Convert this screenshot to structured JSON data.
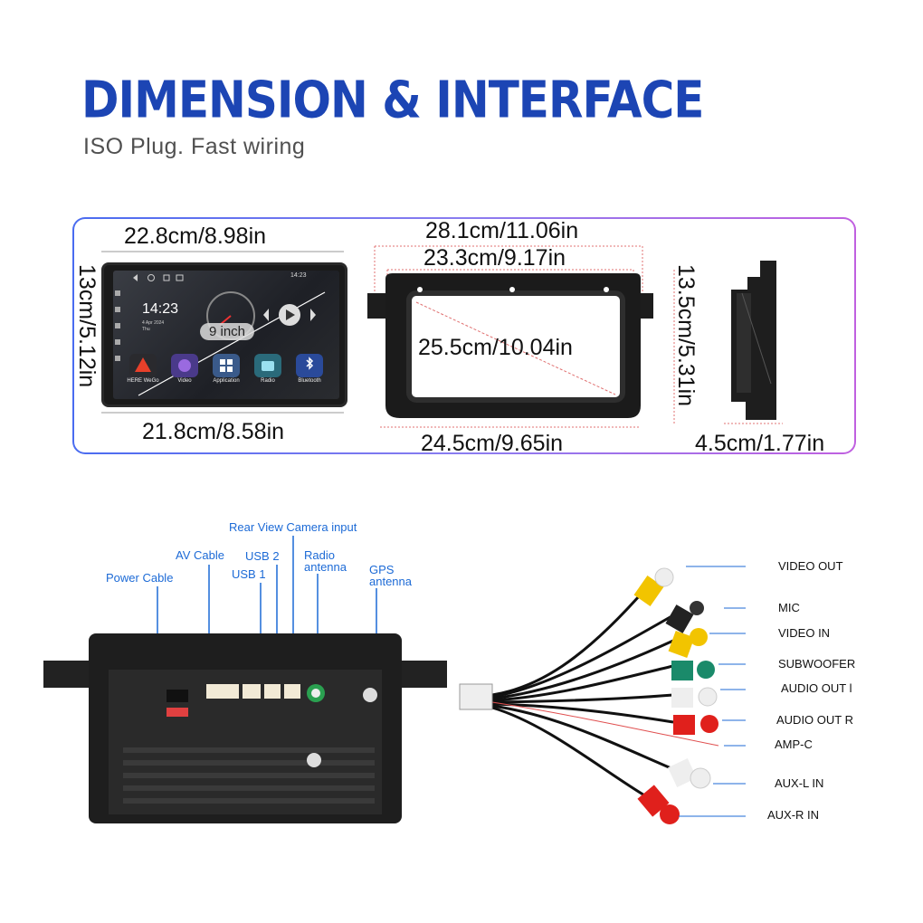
{
  "header": {
    "title": "DIMENSION & INTERFACE",
    "subtitle": "ISO Plug. Fast wiring"
  },
  "dimensions": {
    "screen_width_top": "22.8cm/8.98in",
    "screen_height": "13cm/5.12in",
    "screen_width_bottom": "21.8cm/8.58in",
    "screen_size_badge": "9 inch",
    "frame_outer_width": "28.1cm/11.06in",
    "frame_inner_width": "23.3cm/9.17in",
    "frame_diagonal": "25.5cm/10.04in",
    "frame_height": "13.5cm/5.31in",
    "frame_bottom_width": "24.5cm/9.65in",
    "depth": "4.5cm/1.77in"
  },
  "screen_ui": {
    "time": "14:23",
    "date": "4 Apr 2024",
    "day": "Thu",
    "status_time": "14:23",
    "apps": [
      "HERE WeGo",
      "Video",
      "Application",
      "Radio",
      "Bluetooth"
    ]
  },
  "back_panel_labels": {
    "power_cable": "Power Cable",
    "av_cable": "AV Cable",
    "usb1": "USB 1",
    "usb2": "USB 2",
    "rear_camera": "Rear View Camera input",
    "radio_antenna": "Radio antenna",
    "gps_antenna": "GPS antenna"
  },
  "cable_labels": [
    "VIDEO OUT",
    "MIC",
    "VIDEO IN",
    "SUBWOOFER",
    "AUDIO OUT l",
    "AUDIO OUT R",
    "AMP-C",
    "AUX-L IN",
    "AUX-R IN"
  ],
  "colors": {
    "title_blue": "#1c45b4",
    "label_blue": "#1c6ad6",
    "rca_yellow": "#f2c400",
    "rca_red": "#e0201c",
    "rca_white": "#e8e8e8",
    "rca_green": "#1a8a6a",
    "rca_black": "#222222"
  }
}
